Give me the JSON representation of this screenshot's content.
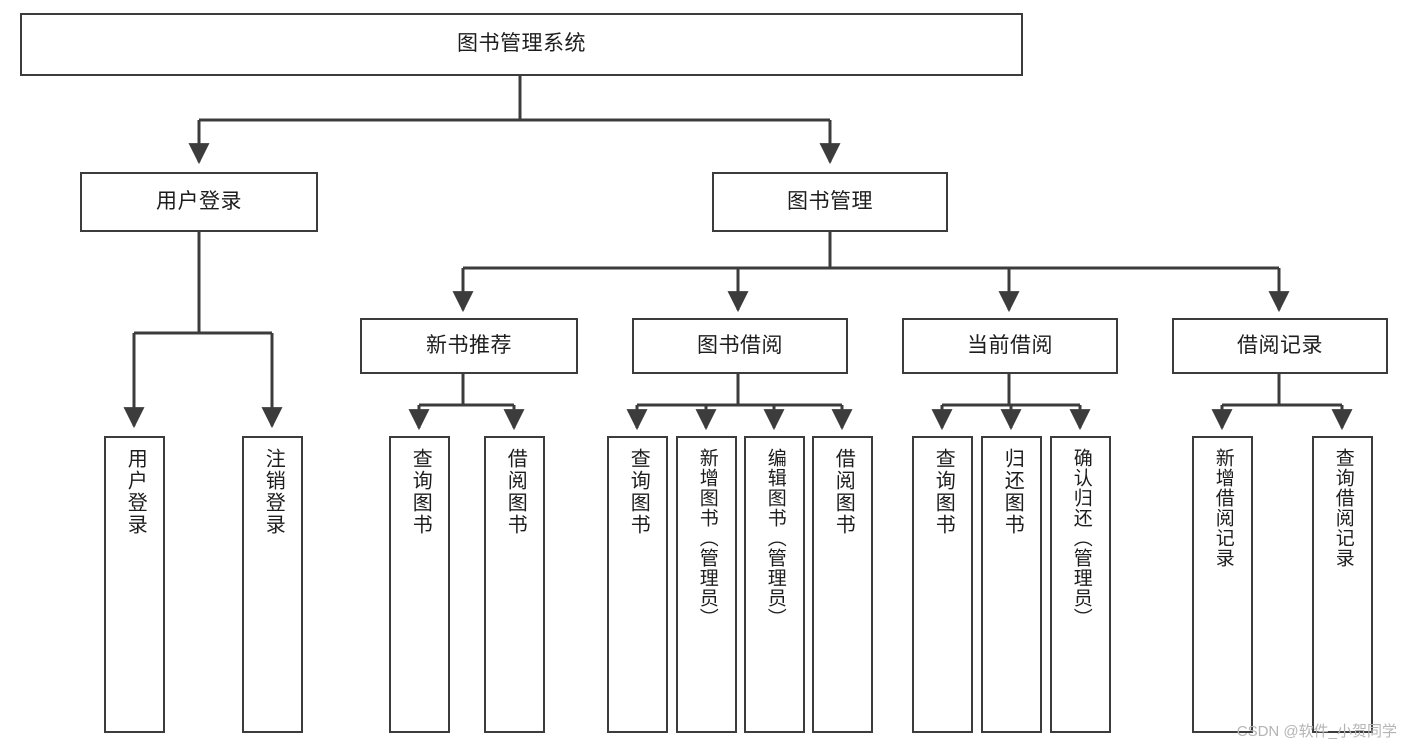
{
  "diagram": {
    "title": "图书管理系统",
    "type": "tree-hierarchy-diagram",
    "colors": {
      "box_border": "#3c3c3c",
      "box_fill": "#ffffff",
      "connector": "#3c3c3c",
      "text": "#1d1d1d",
      "watermark": "#b4b4b4",
      "background": "#ffffff"
    },
    "nodes": {
      "root": {
        "label": "图书管理系统"
      },
      "level2": [
        {
          "id": "user-login",
          "label": "用户登录"
        },
        {
          "id": "book-manage",
          "label": "图书管理"
        }
      ],
      "level3": [
        {
          "id": "new-book-recommend",
          "label": "新书推荐"
        },
        {
          "id": "book-borrow",
          "label": "图书借阅"
        },
        {
          "id": "current-borrow",
          "label": "当前借阅"
        },
        {
          "id": "borrow-record",
          "label": "借阅记录"
        }
      ],
      "leaves": {
        "user_login": [
          {
            "id": "leaf-user-login",
            "label": "用户登录"
          },
          {
            "id": "leaf-logout-login",
            "label": "注销登录"
          }
        ],
        "new_book_recommend": [
          {
            "id": "leaf-query-book-1",
            "label": "查询图书"
          },
          {
            "id": "leaf-borrow-book-1",
            "label": "借阅图书"
          }
        ],
        "book_borrow": [
          {
            "id": "leaf-query-book-2",
            "label": "查询图书"
          },
          {
            "id": "leaf-add-book",
            "label": "新增图书（管理员）"
          },
          {
            "id": "leaf-edit-book",
            "label": "编辑图书（管理员）"
          },
          {
            "id": "leaf-borrow-book-2",
            "label": "借阅图书"
          }
        ],
        "current_borrow": [
          {
            "id": "leaf-query-book-3",
            "label": "查询图书"
          },
          {
            "id": "leaf-return-book",
            "label": "归还图书"
          },
          {
            "id": "leaf-confirm-return",
            "label": "确认归还（管理员）"
          }
        ],
        "borrow_record": [
          {
            "id": "leaf-add-record",
            "label": "新增借阅记录"
          },
          {
            "id": "leaf-query-record",
            "label": "查询借阅记录"
          }
        ]
      }
    }
  },
  "watermark": {
    "text": "CSDN @软件_小贺同学"
  }
}
